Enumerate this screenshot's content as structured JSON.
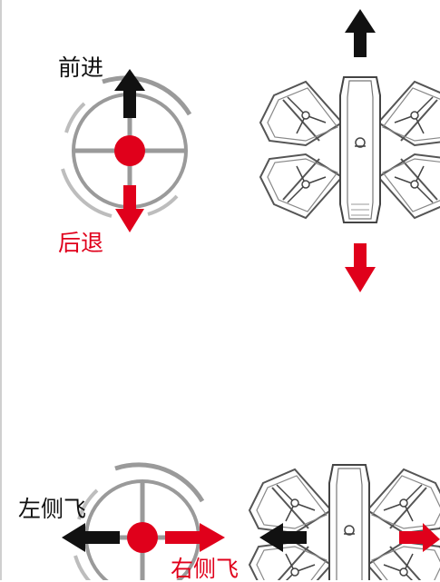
{
  "colors": {
    "forward_arrow": "#111111",
    "backward_arrow": "#e0001b",
    "joystick_knob": "#e0001b",
    "joystick_ring": "#9a9a9a",
    "text_black": "#111111",
    "text_red": "#e0001b"
  },
  "labels": {
    "forward": "前进",
    "backward": "后退",
    "left_side": "左侧飞",
    "right_side": "右侧飞"
  },
  "icons": {
    "joystick": "joystick-icon",
    "drone": "drone-topview-icon",
    "arrow_up": "arrow-up-icon",
    "arrow_down": "arrow-down-icon",
    "arrow_left": "arrow-left-icon",
    "arrow_right": "arrow-right-icon"
  }
}
